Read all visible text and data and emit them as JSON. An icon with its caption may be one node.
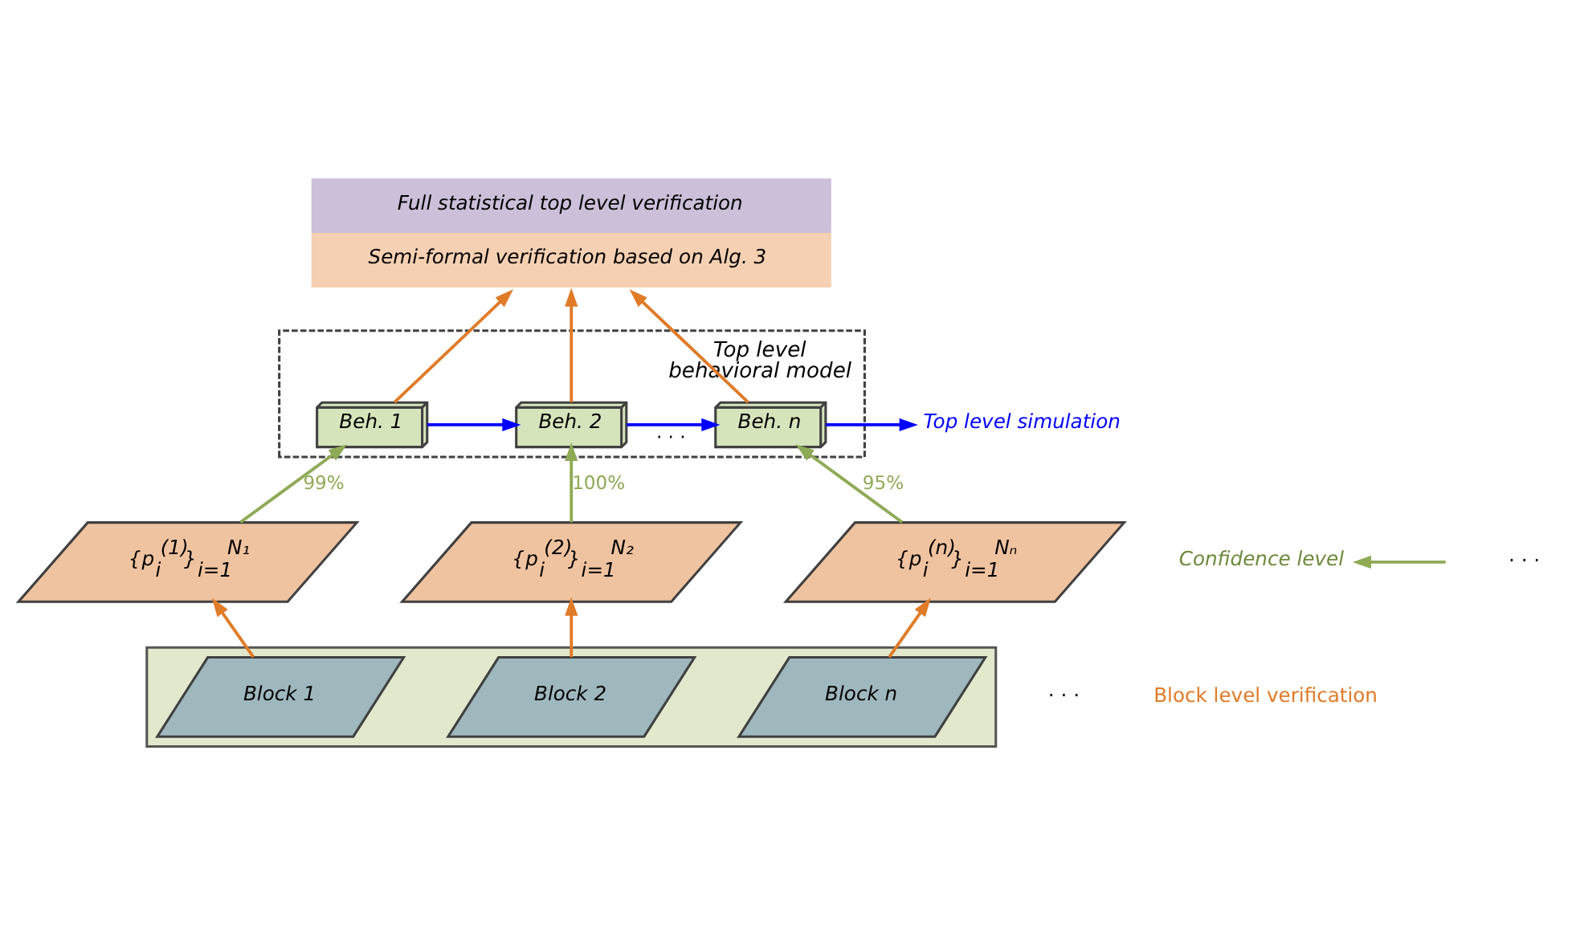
{
  "diagram": {
    "nodes": [
      {
        "text": [
          "Full statistical top level verification",
          "Semi-formal verification based on Alg. 3"
        ]
      },
      {
        "text": [
          "Top level behavioral model"
        ]
      },
      {
        "text": [
          "Beh. 1"
        ],
        "in": 1
      },
      {
        "text": [
          "Beh. 2"
        ],
        "in": 1
      },
      {
        "text": [
          "Beh. n"
        ],
        "in": 1
      },
      {
        "text": [
          "Top level simulation"
        ]
      },
      {
        "text": [
          "{*p*$_{i}$$^{(1)}$}$_{i=1}$$^{N₁}$"
        ]
      },
      {
        "text": [
          "{*p*$_{i}$$^{(2)}$}$_{i=1}$$^{N₂}$"
        ]
      },
      {
        "text": [
          "{*p*$_{i}$$^{(n)}$}$_{i=1}$$^{Nₙ}$"
        ]
      },
      {
        "text": [
          "Confidence level"
        ]
      },
      {
        "text": [],
        "shape": "box"
      },
      {
        "text": [
          "Block 1"
        ],
        "in": 10
      },
      {
        "text": [
          "Block 2"
        ],
        "in": 10
      },
      {
        "text": [
          "Block n"
        ],
        "in": 10
      }
    ],
    "edges": [
      {
        "from": 2,
        "to": 0,
        "arrow": "to"
      },
      {
        "from": 3,
        "to": 0,
        "arrow": "to"
      },
      {
        "from": 4,
        "to": 0,
        "arrow": "to"
      },
      {
        "from": 2,
        "to": 3,
        "arrow": "to",
        "color": "#0000ff"
      },
      {
        "from": 3,
        "to": 4,
        "arrow": "to",
        "label": "· · ·",
        "color": "#0000ff"
      },
      {
        "from": 4,
        "to": 5,
        "arrow": "to",
        "color": "#0000ff"
      },
      {
        "from": 6,
        "to": 2,
        "arrow": "to",
        "label": "99%",
        "color": "#8faa55"
      },
      {
        "from": 7,
        "to": 3,
        "arrow": "to",
        "label": "100%",
        "color": "#8faa55"
      },
      {
        "from": 8,
        "to": 4,
        "arrow": "to",
        "label": "95%",
        "color": "#8faa55"
      },
      {
        "from": null,
        "to": 9,
        "arrow": "to",
        "color": "#8faa55"
      },
      {
        "from": 11,
        "to": 6,
        "arrow": "to"
      },
      {
        "from": 12,
        "to": 7,
        "arrow": "to"
      },
      {
        "from": 13,
        "to": 8,
        "arrow": "to"
      }
    ],
    "labels": [
      "· · ·",
      "· · ·",
      "Block level verification"
    ]
  }
}
